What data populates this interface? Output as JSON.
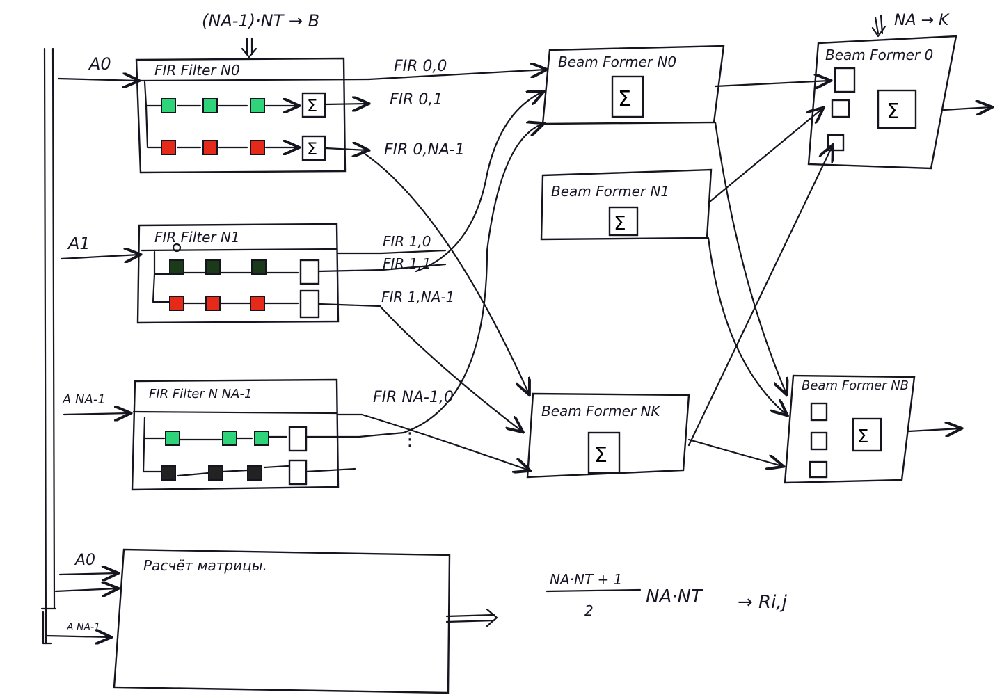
{
  "top_note": "(NA-1)·NT → B",
  "top_right_note": "NA → K",
  "inputs": [
    "A0",
    "A1",
    "A NA-1"
  ],
  "fir_filters": [
    {
      "title": "FIR Filter N0",
      "outputs": [
        "FIR 0,0",
        "FIR 0,1",
        "FIR 0,NA-1"
      ],
      "row_colors": [
        "#2fd47a",
        "#e52a1a"
      ]
    },
    {
      "title": "FIR Filter N1",
      "outputs": [
        "FIR 1,0",
        "FIR 1,1",
        "FIR 1,NA-1"
      ],
      "row_colors": [
        "#1a3a1a",
        "#e52a1a"
      ]
    },
    {
      "title": "FIR Filter N NA-1",
      "outputs": [
        "FIR NA-1,0"
      ],
      "row_colors": [
        "#2fd47a",
        "#222222"
      ]
    }
  ],
  "beam_formers_mid": [
    {
      "title": "Beam Former N0"
    },
    {
      "title": "Beam Former N1"
    },
    {
      "title": "Beam Former NK"
    }
  ],
  "beam_formers_right": [
    {
      "title": "Beam Former 0"
    },
    {
      "title": "Beam Former NB"
    }
  ],
  "sum_symbol": "Σ",
  "matrix_block": {
    "title": "Расчёт матрицы.",
    "inputs": [
      "A0",
      "",
      "A NA-1"
    ]
  },
  "formula": {
    "numerator": "NA·NT + 1",
    "denominator": "2",
    "multiplier": "NA·NT",
    "result": "→ Ri,j"
  },
  "ellipsis": "⋮"
}
